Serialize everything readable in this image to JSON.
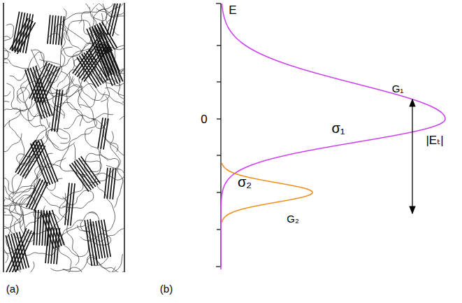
{
  "diagram": {
    "labels": [
      "(a)",
      "(b)",
      "E",
      "0",
      "G₁",
      "σ₁",
      "σ₂",
      "G₂",
      "|Eₜ|"
    ]
  }
}
